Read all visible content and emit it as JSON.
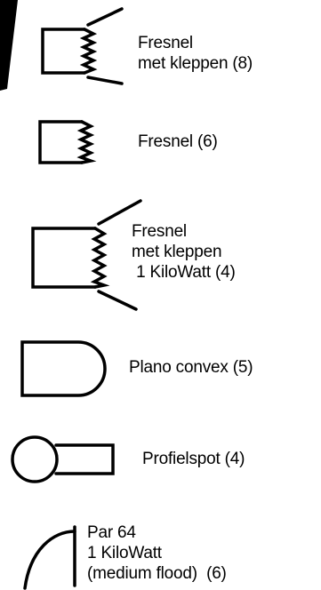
{
  "legend": {
    "items": [
      {
        "symbol": "fresnel-flaps-icon",
        "lines": [
          "Fresnel",
          "met kleppen (8)"
        ]
      },
      {
        "symbol": "fresnel-icon",
        "lines": [
          "Fresnel (6)"
        ]
      },
      {
        "symbol": "fresnel-flaps-large-icon",
        "lines": [
          "Fresnel",
          "met kleppen",
          " 1 KiloWatt (4)"
        ]
      },
      {
        "symbol": "plano-convex-icon",
        "lines": [
          "Plano convex (5)"
        ]
      },
      {
        "symbol": "profile-spot-icon",
        "lines": [
          "Profielspot (4)"
        ]
      },
      {
        "symbol": "par64-icon",
        "lines": [
          "Par 64",
          "1 KiloWatt",
          "(medium flood)  (6)"
        ]
      }
    ]
  },
  "colors": {
    "ink": "#000000",
    "background": "#ffffff"
  }
}
